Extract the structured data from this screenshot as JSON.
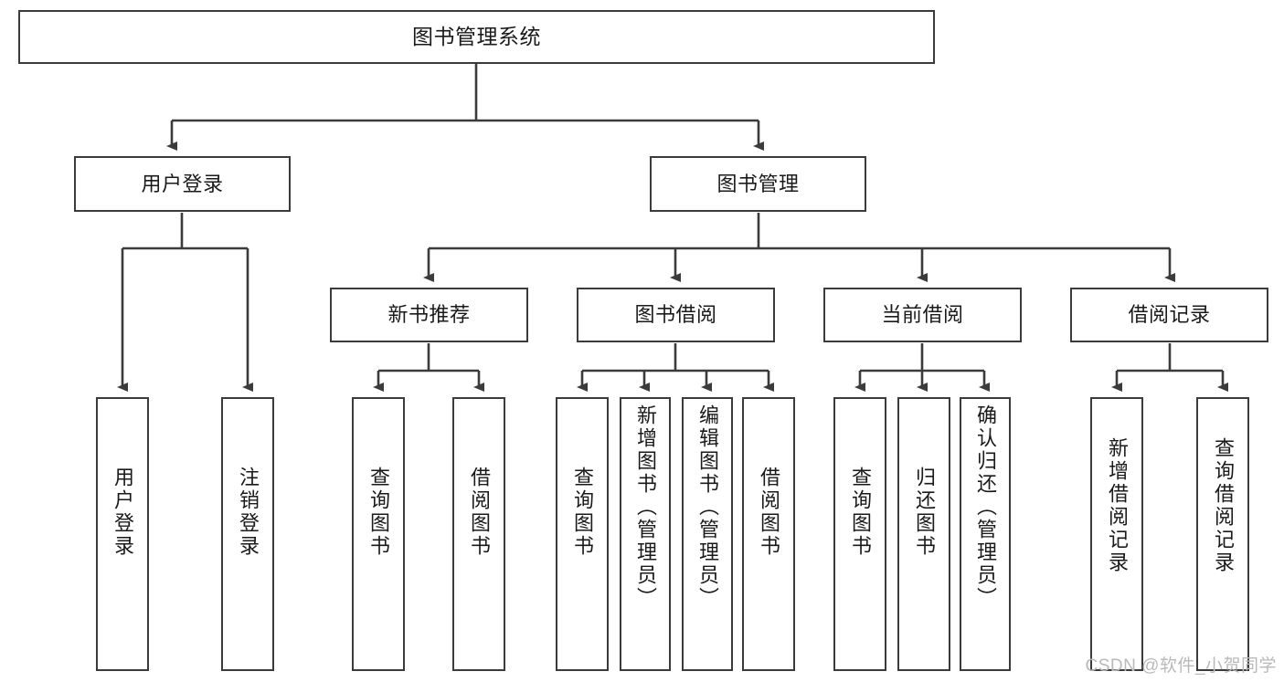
{
  "diagram": {
    "title": "图书管理系统",
    "type": "tree",
    "style": {
      "box_border_color": "#3b3b3b",
      "box_fill": "#ffffff",
      "line_color": "#3b3b3b",
      "text_color": "#1a1a1a",
      "watermark_color": "#b9b9b9"
    },
    "root": {
      "label": "图书管理系统"
    },
    "level2": [
      {
        "label": "用户登录"
      },
      {
        "label": "图书管理"
      }
    ],
    "level3": [
      {
        "label": "新书推荐"
      },
      {
        "label": "图书借阅"
      },
      {
        "label": "当前借阅"
      },
      {
        "label": "借阅记录"
      }
    ],
    "leaves": {
      "user_login": [
        {
          "label": "用户登录"
        },
        {
          "label": "注销登录"
        }
      ],
      "new_book_recommend": [
        {
          "label": "查询图书"
        },
        {
          "label": "借阅图书"
        }
      ],
      "book_borrow": [
        {
          "label": "查询图书"
        },
        {
          "label": "新增图书（管理员）"
        },
        {
          "label": "编辑图书（管理员）"
        },
        {
          "label": "借阅图书"
        }
      ],
      "current_borrow": [
        {
          "label": "查询图书"
        },
        {
          "label": "归还图书"
        },
        {
          "label": "确认归还（管理员）"
        }
      ],
      "borrow_record": [
        {
          "label": "新增借阅记录"
        },
        {
          "label": "查询借阅记录"
        }
      ]
    },
    "watermark": "CSDN @软件_小贺同学"
  }
}
